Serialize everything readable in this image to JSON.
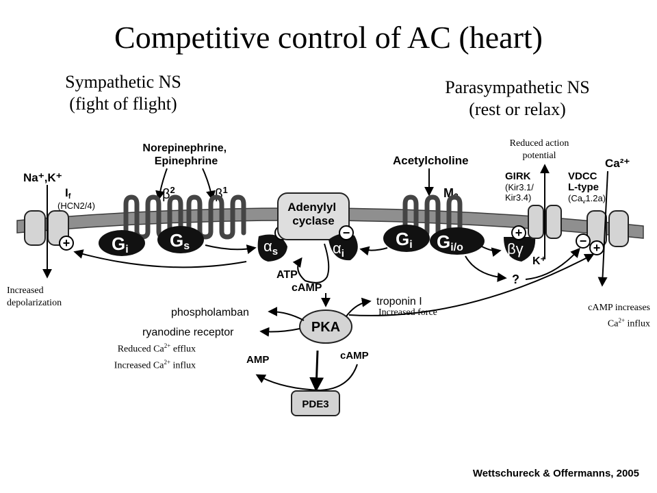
{
  "title": "Competitive control of AC (heart)",
  "left_header": {
    "line1": "Sympathetic NS",
    "line2": "(fight of flight)"
  },
  "right_header": {
    "line1": "Parasympathetic NS",
    "line2": "(rest or relax)"
  },
  "notes": {
    "increased_depolarization": [
      "Increased",
      "depolarization"
    ],
    "reduced_action_potential": [
      "Reduced action",
      "potential"
    ],
    "camp_increases": [
      "cAMP increases",
      "Ca",
      "2+",
      " influx"
    ],
    "reduced_efflux": [
      "Reduced Ca",
      "2+",
      " efflux"
    ],
    "increased_influx": [
      "Increased Ca",
      "2+",
      " influx"
    ],
    "increased_force": "Increased force"
  },
  "diagram": {
    "na_k": "Na⁺,K⁺",
    "if_label": "I",
    "if_sub": "f",
    "hcn": "(HCN2/4)",
    "ligands_left": [
      "Norepinephrine,",
      "Epinephrine"
    ],
    "beta2": "β",
    "beta2_sub": "2",
    "beta1": "β",
    "beta1_sub": "1",
    "gi_left": "G",
    "gi_left_sub": "i",
    "gs": "G",
    "gs_sub": "s",
    "alpha_s": "α",
    "alpha_s_sub": "s",
    "alpha_i": "α",
    "alpha_i_sub": "i",
    "adenylyl": [
      "Adenylyl",
      "cyclase"
    ],
    "atp": "ATP",
    "camp": "cAMP",
    "acetylcholine": "Acetylcholine",
    "m2": "M",
    "m2_sub": "2",
    "gi_right": "G",
    "gi_right_sub": "i",
    "gio": "G",
    "gio_sub": "i/o",
    "betagamma": "βγ",
    "question": "?",
    "girk": [
      "GIRK",
      "(Kir3.1/",
      "Kir3.4)"
    ],
    "k_plus": "K⁺",
    "vdcc": [
      "VDCC",
      "L-type",
      "(Ca",
      "v",
      "1.2a)"
    ],
    "ca2": "Ca²⁺",
    "phospholamban": "phospholamban",
    "troponin": "troponin I",
    "ryanodine": "ryanodine receptor",
    "pka": "PKA",
    "amp": "AMP",
    "camp2": "cAMP",
    "pde3": "PDE3",
    "plus": "+",
    "minus": "−"
  },
  "citation": "Wettschureck & Offermanns, 2005",
  "colors": {
    "membrane": "#8f8f8f",
    "membrane_edge": "#3a3a3a",
    "channel": "#d4d4d4",
    "adenylyl_fill": "#dedede",
    "pde3_fill": "#d2d2d2",
    "g_protein": "#111111"
  }
}
